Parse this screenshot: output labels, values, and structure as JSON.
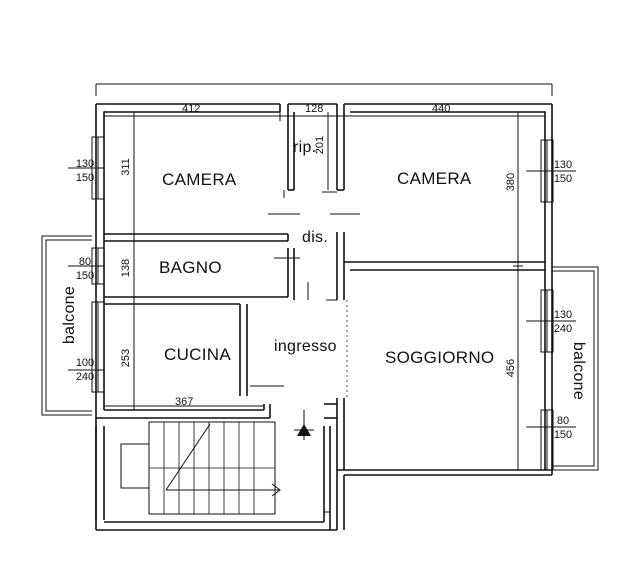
{
  "rooms": {
    "camera_left": "CAMERA",
    "camera_right": "CAMERA",
    "rip": "rip.",
    "dis": "dis.",
    "bagno": "BAGNO",
    "cucina": "CUCINA",
    "ingresso": "ingresso",
    "soggiorno": "SOGGIORNO",
    "balcone_left": "balcone",
    "balcone_right": "balcone"
  },
  "dimensions": {
    "top_left": "412",
    "top_mid": "128",
    "top_right": "440",
    "rip_height": "201",
    "camera_left_height": "311",
    "camera_right_height": "380",
    "bagno_height": "138",
    "cucina_height": "253",
    "soggiorno_height": "456",
    "cucina_width": "367"
  },
  "windows": {
    "w1": {
      "top": "130",
      "bottom": "150"
    },
    "w2": {
      "top": "80",
      "bottom": "150"
    },
    "w3": {
      "top": "100",
      "bottom": "240"
    },
    "w4": {
      "top": "130",
      "bottom": "150"
    },
    "w5": {
      "top": "130",
      "bottom": "240"
    },
    "w6": {
      "top": "80",
      "bottom": "150"
    }
  }
}
